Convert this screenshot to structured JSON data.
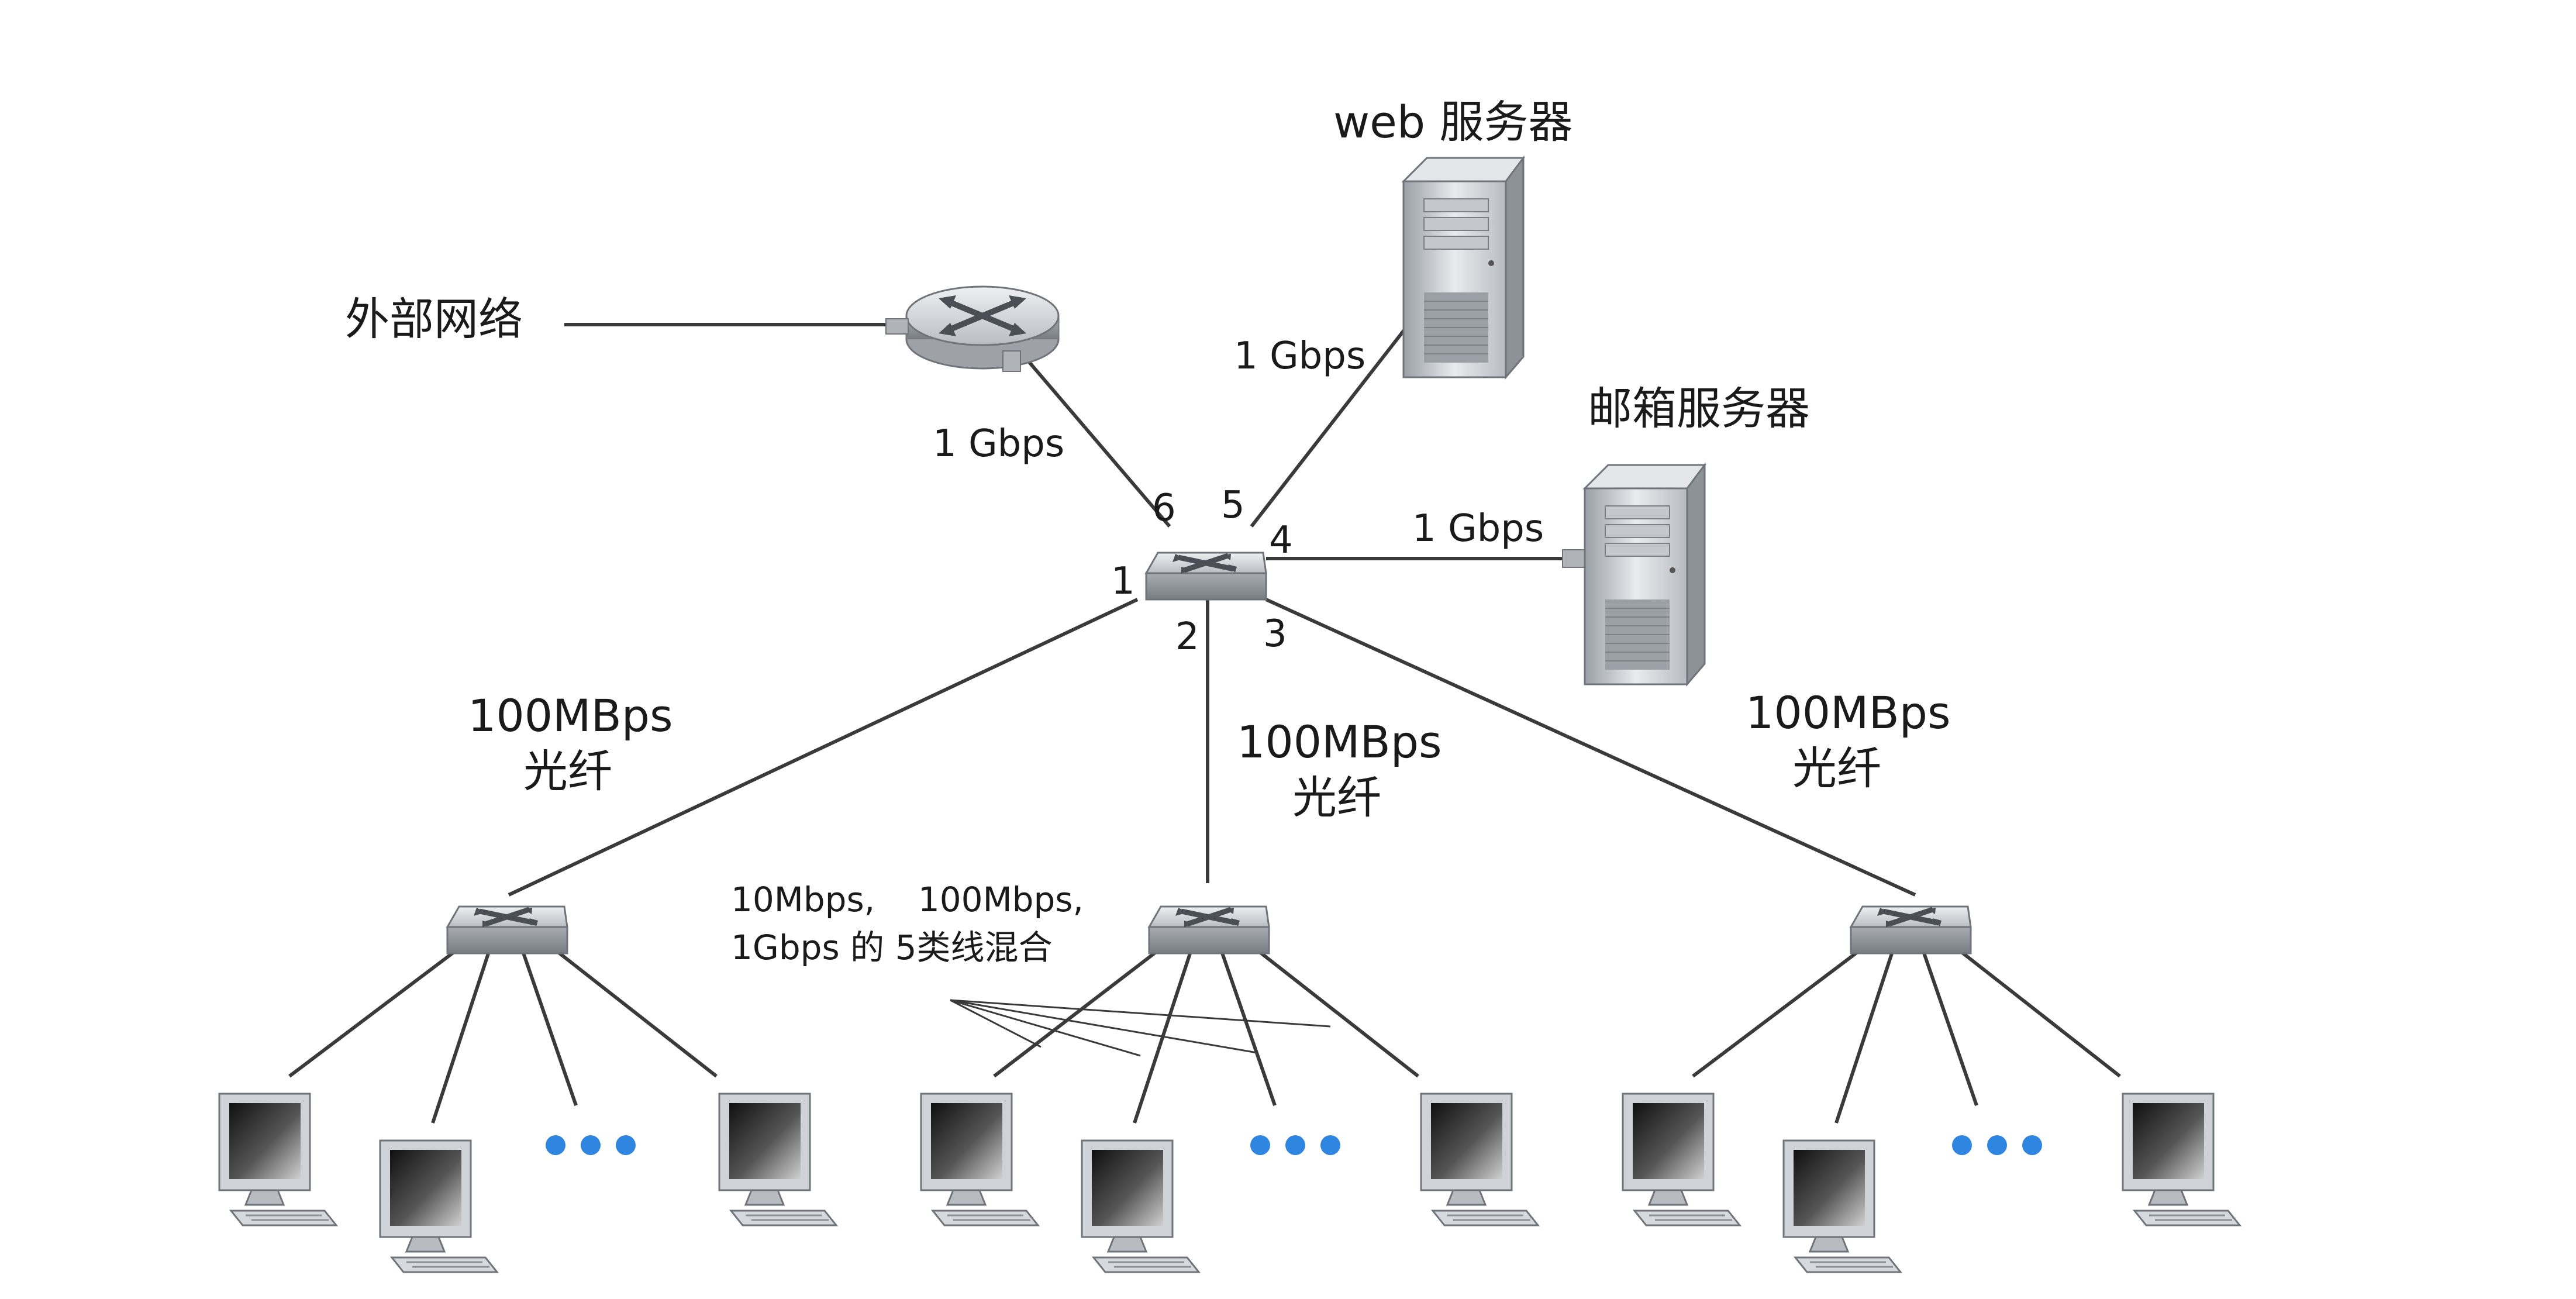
{
  "labels": {
    "external_network": "外部网络",
    "web_server": "web 服务器",
    "mail_server": "邮箱服务器",
    "link_router": "1 Gbps",
    "link_web": "1 Gbps",
    "link_mail": "1 Gbps",
    "port_1": "1",
    "port_2": "2",
    "port_3": "3",
    "port_4": "4",
    "port_5": "5",
    "port_6": "6",
    "fiber_left_speed": "100MBps",
    "fiber_left_medium": "光纤",
    "fiber_center_speed": "100MBps",
    "fiber_center_medium": "光纤",
    "fiber_right_speed": "100MBps",
    "fiber_right_medium": "光纤",
    "cat5_line1": "10Mbps,    100Mbps,",
    "cat5_line2": "1Gbps 的 5类线混合"
  },
  "colors": {
    "line": "#3a3a3a",
    "device_top": "#d8dadd",
    "device_side": "#9ea2a8",
    "screen": "#2a2a2a",
    "ellipsis_dots": "#2f86e0"
  },
  "icons": [
    "router-icon",
    "switch-icon",
    "server-icon",
    "computer-icon"
  ]
}
